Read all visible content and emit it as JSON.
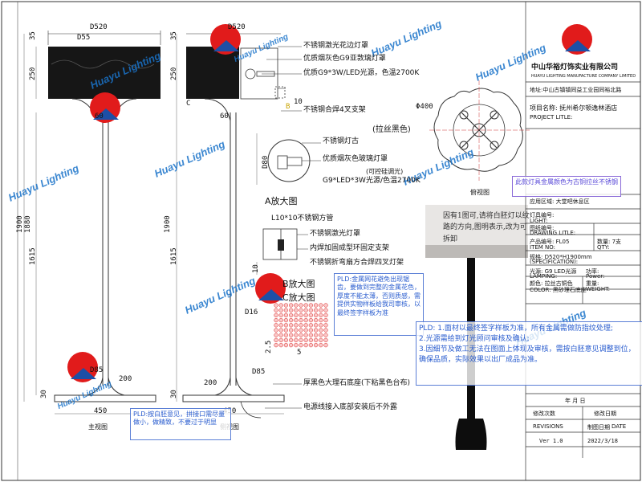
{
  "watermark": {
    "text": "Huayu Lighting"
  },
  "front_view": {
    "dims": {
      "top_width": "D520",
      "pipe": "D55",
      "top_gap": "35",
      "lamp_height": "250",
      "total": "1900",
      "overall": "1880",
      "lower": "1615",
      "pole_dia": "60",
      "base_dia": "D85",
      "base_w": "200",
      "base_h": "30",
      "footprint": "450"
    },
    "caption": "主视图"
  },
  "side_view": {
    "dims": {
      "top_width": "D520",
      "top_gap": "35",
      "lamp_height": "250",
      "total": "1900",
      "lower": "1615",
      "pole_dia": "60",
      "rod": "D16",
      "base_dia": "D85",
      "base_w": "200",
      "base_h": "30",
      "footprint": "450",
      "c_mark": "C",
      "b_mark": "B",
      "ten": "10"
    },
    "caption": "侧视图"
  },
  "callouts": {
    "c1": "不锈钢激光花边灯罩",
    "c2": "优质烟灰色G9亚敦璃灯罩",
    "c3": "优质G9*3W/LED光源，色温2700K",
    "c4": "不锈钢合焊4叉支架",
    "base_note": "厚黑色大理石底座(下粘黑色台布)",
    "wire_note": "电源线接入底部安装后不外露"
  },
  "detail_a": {
    "title": "A放大图",
    "d80": "D80",
    "l1": "不锈钢灯古",
    "l2": "优质烟灰色玻璃灯罩",
    "l3": "(可控硅调光)",
    "l4": "G9*LED*3W光源/色温2700K"
  },
  "detail_b": {
    "title": "B放大图",
    "l0": "L10*10不锈钢方管",
    "l1": "不锈钢激光灯罩",
    "l2": "内焊加固成型环固定支架",
    "l3": "不锈钢折弯扇方合焊四叉灯架",
    "ten": "10"
  },
  "detail_c": {
    "title": "C放大图",
    "d": "2.5",
    "w": "5"
  },
  "top_view": {
    "dim": "Φ400",
    "color_note": "(拉丝黑色)",
    "caption": "俯视图"
  },
  "notes": {
    "pld_small": "PLD:金属网花避免出现锯齿，要做到完整的金属花色，厚度不能太薄，否则质感，需提供实物样板给我司审核，以最终签字样板为准",
    "bottom_left": "PLD:按白胚意见，拼接口需尽量做小，做精致，不要过于明显",
    "right_pink": "此款灯具金属颜色为古铜拉丝不锈钢",
    "handwritten": "因有1图可,请将白胚灯以纹路的方向,图明表示,改为可拆卸",
    "pld_main": [
      "PLD: 1.面材以最终签字样板为准，所有金属需做防指纹处理;",
      "2.光源需给到灯光顾问审核及确认;",
      "3.因细节及做工无法在图面上体现及审核，需按白胚意见调整到位，确保品质，实际效果以出厂成品为准。"
    ]
  },
  "title_block": {
    "company": "中山华裕灯饰实业有限公司",
    "company_en": "HUAYU LIGHTING MANUFACTURE COMPANY LIMITED",
    "address": "地址:中山古镇镇同益工业园同裕北路",
    "project_label": "项目名称: 抚州希尔顿逸林酒店",
    "project_en": "PROJECT LITLE:",
    "area": "应用区域: 大堂吧休息区",
    "light_no": "灯具编号:",
    "light_en": "LIGHT:",
    "drawing_no": "图纸编号:",
    "drawing_en": "DRAWING LITLE:",
    "item_no": "产品编号: FL05",
    "item_en": "ITEM NO:",
    "qty": "数量: 7支",
    "qty_en": "QTY:",
    "spec": "规格: D520*H1900mm",
    "spec_en": "(SPECIFICATION):",
    "lamping": "光源: G9 LED光源",
    "lamping_en": "LAMPING:",
    "power": "功率:",
    "power_en": "Power:",
    "color": "颜色: 拉丝古铜色",
    "color_en": "COLOR: 黑砂理石底座",
    "weight": "重量:",
    "weight_en": "WEIGHT:",
    "date_row": "年    月    日",
    "revisions": "修改次数",
    "revisions_en": "REVISIONS",
    "mod_date": "修改日期",
    "draw_date_label": "制图日期",
    "draw_date_en": "DATE",
    "version": "Ver 1.0",
    "draw_date": "2022/3/18"
  },
  "colors": {
    "line": "#222222",
    "accent": "#e11b1b",
    "blue": "#1a73c9",
    "lamp": "#161616"
  }
}
